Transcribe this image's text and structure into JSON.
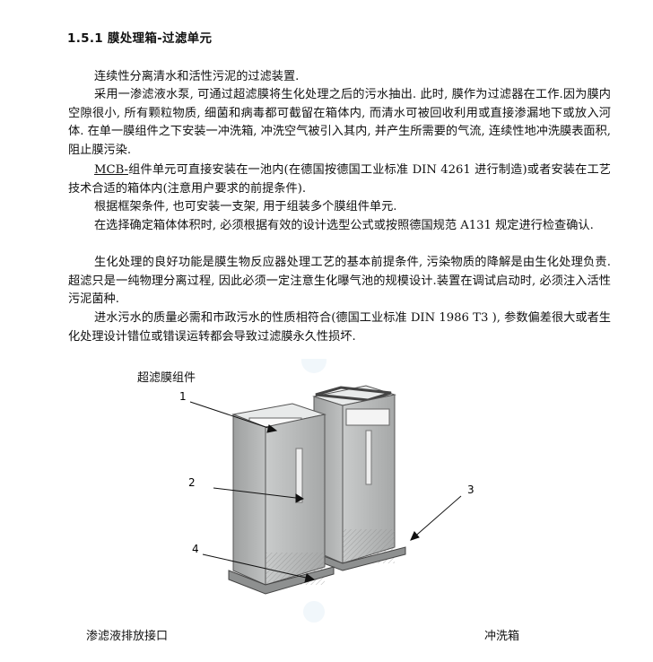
{
  "heading": "1.5.1 膜处理箱-过滤单元",
  "paragraphs": [
    "连续性分离清水和活性污泥的过滤装置.",
    "采用一渗滤液水泵, 可通过超滤膜将生化处理之后的污水抽出. 此时, 膜作为过滤器在工作.因为膜内空隙很小, 所有颗粒物质, 细菌和病毒都可截留在箱体内, 而清水可被回收利用或直接渗漏地下或放入河体. 在单一膜组件之下安装一冲洗箱, 冲洗空气被引入其内, 并产生所需要的气流, 连续性地冲洗膜表面积, 阻止膜污染.",
    {
      "lead": "MCB-",
      "rest": "组件单元可直接安装在一池内(在德国按德国工业标准 DIN 4261 进行制造)或者安装在工艺技术合适的箱体内(注意用户要求的前提条件)."
    },
    "根据框架条件, 也可安装一支架, 用于组装多个膜组件单元.",
    "在选择确定箱体体积时, 必须根据有效的设计选型公式或按照德国规范 A131 规定进行检查确认.",
    "生化处理的良好功能是膜生物反应器处理工艺的基本前提条件, 污染物质的降解是由生化处理负责.超滤只是一纯物理分离过程, 因此必须一定注意生化曝气池的规模设计.装置在调试启动时, 必须注入活性污泥菌种.",
    "进水污水的质量必需和市政污水的性质相符合(德国工业标准 DIN 1986 T3 ), 参数偏差很大或者生化处理设计错位或错误运转都会导致过滤膜永久性损坏."
  ],
  "figure": {
    "top_label": "超滤膜组件",
    "callouts": [
      "1",
      "2",
      "3",
      "4"
    ],
    "bottom_left_label": "渗滤液排放接口",
    "bottom_right_label": "冲洗箱"
  }
}
